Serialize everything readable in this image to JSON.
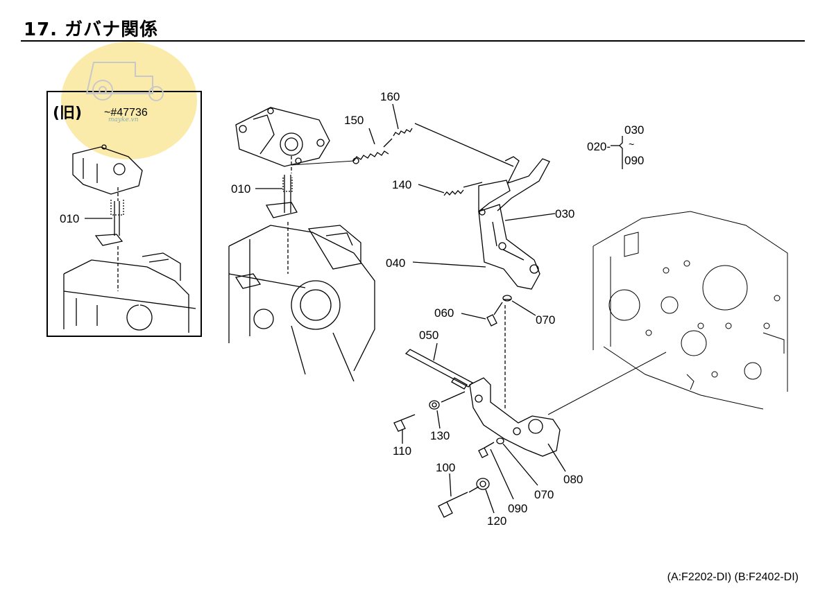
{
  "page": {
    "title": "17. ガバナ関係",
    "footer": "(A:F2202-DI) (B:F2402-DI)"
  },
  "watermark": {
    "text": "mayke.vn"
  },
  "inset": {
    "old_label": "(旧)",
    "serial_range": "~#47736",
    "part_label": "010"
  },
  "group_label": {
    "parent": "020-",
    "from": "030",
    "tilde": "~",
    "to": "090"
  },
  "parts": [
    {
      "id": "160",
      "text": "160"
    },
    {
      "id": "150",
      "text": "150"
    },
    {
      "id": "010",
      "text": "010"
    },
    {
      "id": "140",
      "text": "140"
    },
    {
      "id": "030",
      "text": "030"
    },
    {
      "id": "040",
      "text": "040"
    },
    {
      "id": "060",
      "text": "060"
    },
    {
      "id": "070a",
      "text": "070"
    },
    {
      "id": "050",
      "text": "050"
    },
    {
      "id": "110",
      "text": "110"
    },
    {
      "id": "130",
      "text": "130"
    },
    {
      "id": "100",
      "text": "100"
    },
    {
      "id": "090",
      "text": "090"
    },
    {
      "id": "070b",
      "text": "070"
    },
    {
      "id": "080",
      "text": "080"
    },
    {
      "id": "120",
      "text": "120"
    }
  ]
}
